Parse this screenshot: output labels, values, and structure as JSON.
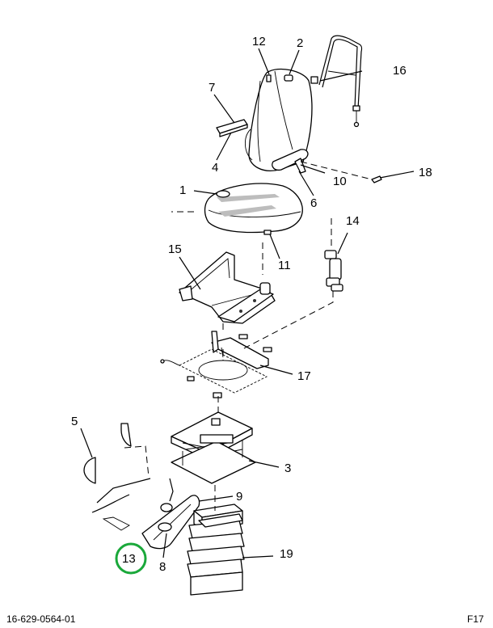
{
  "callouts": {
    "c1": "1",
    "c2": "2",
    "c3": "3",
    "c4": "4",
    "c5": "5",
    "c6": "6",
    "c7": "7",
    "c8": "8",
    "c9": "9",
    "c10": "10",
    "c11": "11",
    "c12": "12",
    "c13": "13",
    "c14": "14",
    "c15": "15",
    "c16": "16",
    "c17": "17",
    "c18": "18",
    "c19": "19"
  },
  "footer": {
    "drawing_number": "16-629-0564-01",
    "sheet": "F17"
  },
  "colors": {
    "highlight_circle": "#1aa83a",
    "line": "#000000",
    "shade": "#bdbdbd"
  }
}
